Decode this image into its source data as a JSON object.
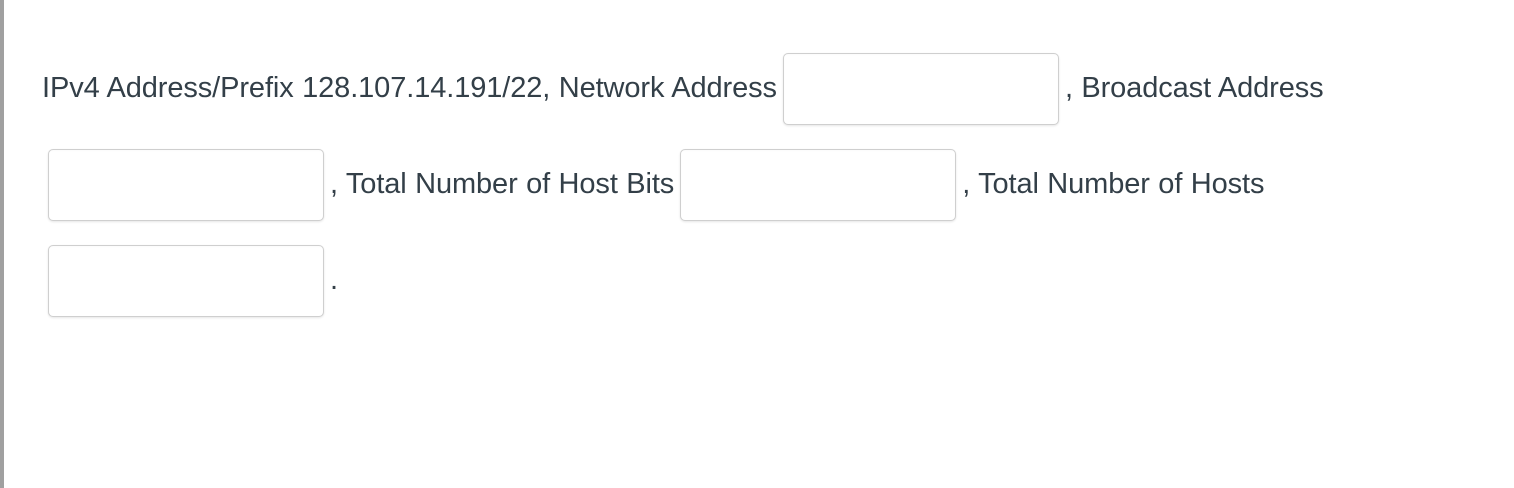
{
  "page": {
    "background_color": "#ffffff",
    "text_color": "#333f48",
    "edge_rule_color": "#a0a0a0",
    "field_border_color": "#cfcfcf"
  },
  "question": {
    "segments": {
      "lead": "IPv4 Address/Prefix 128.107.14.191/22, Network Address",
      "after_network_address": ", Broadcast Address",
      "after_broadcast_address": ", Total Number of Host Bits",
      "after_host_bits": ", Total Number of Hosts",
      "after_total_hosts": "."
    },
    "ipv4_address_prefix": "128.107.14.191/22",
    "labels": {
      "network_address": "Network Address",
      "broadcast_address": "Broadcast Address",
      "total_number_of_host_bits": "Total Number of Host Bits",
      "total_number_of_hosts": "Total Number of Hosts"
    }
  },
  "fields": {
    "network_address": {
      "value": "",
      "placeholder": ""
    },
    "broadcast_address": {
      "value": "",
      "placeholder": ""
    },
    "total_host_bits": {
      "value": "",
      "placeholder": ""
    },
    "total_hosts": {
      "value": "",
      "placeholder": ""
    }
  }
}
